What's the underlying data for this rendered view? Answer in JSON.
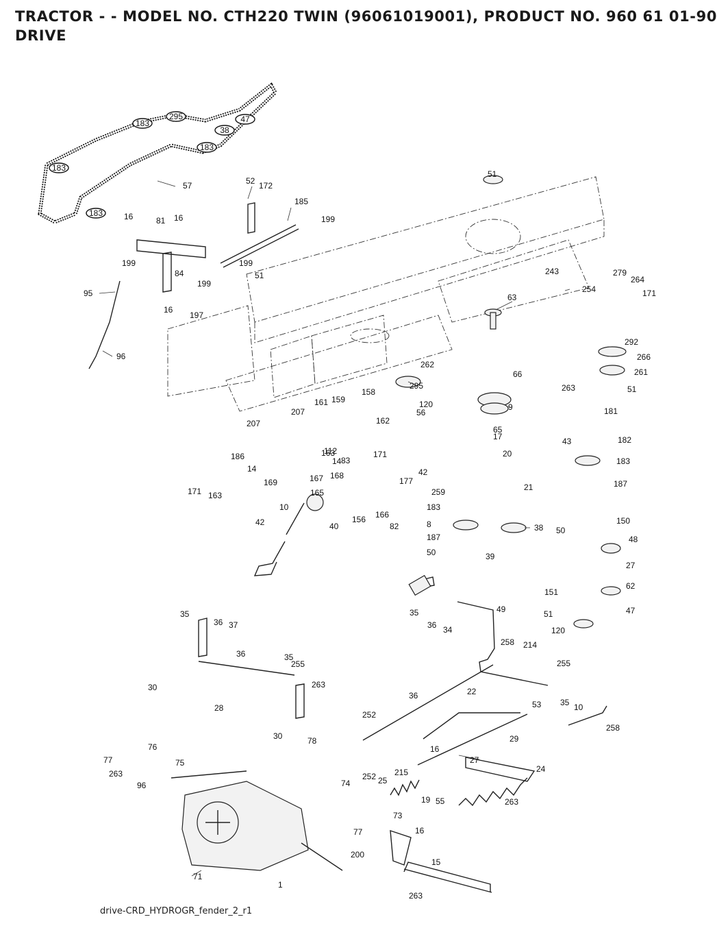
{
  "header": {
    "line1": "TRACTOR - - MODEL NO. CTH220 TWIN   (96061019001), PRODUCT NO. 960 61 01-90",
    "line2": "DRIVE"
  },
  "footer": {
    "drawing_id": "drive-CRD_HYDROGR_fender_2_r1"
  },
  "belt_labels": [
    "183",
    "295",
    "47",
    "38",
    "183",
    "183",
    "183"
  ],
  "part_numbers": [
    "57",
    "52",
    "172",
    "185",
    "199",
    "51",
    "16",
    "81",
    "16",
    "199",
    "84",
    "199",
    "51",
    "95",
    "199",
    "16",
    "197",
    "96",
    "243",
    "254",
    "279",
    "264",
    "171",
    "63",
    "292",
    "266",
    "261",
    "262",
    "66",
    "295",
    "120",
    "56",
    "263",
    "51",
    "9",
    "181",
    "65",
    "17",
    "182",
    "43",
    "183",
    "20",
    "187",
    "158",
    "161",
    "159",
    "207",
    "162",
    "207",
    "186",
    "14",
    "163",
    "112",
    "14",
    "83",
    "171",
    "167",
    "169",
    "171",
    "163",
    "168",
    "177",
    "42",
    "259",
    "21",
    "165",
    "156",
    "166",
    "82",
    "40",
    "183",
    "38",
    "8",
    "10",
    "42",
    "187",
    "39",
    "50",
    "50",
    "150",
    "48",
    "27",
    "151",
    "62",
    "35",
    "36",
    "34",
    "49",
    "51",
    "47",
    "120",
    "255",
    "35",
    "36",
    "37",
    "258",
    "214",
    "36",
    "35",
    "255",
    "263",
    "30",
    "28",
    "22",
    "36",
    "35",
    "10",
    "53",
    "258",
    "252",
    "29",
    "16",
    "30",
    "78",
    "76",
    "77",
    "75",
    "263",
    "74",
    "96",
    "252",
    "25",
    "215",
    "27",
    "24",
    "19",
    "55",
    "263",
    "73",
    "16",
    "77",
    "200",
    "15",
    "1",
    "71",
    "263"
  ]
}
